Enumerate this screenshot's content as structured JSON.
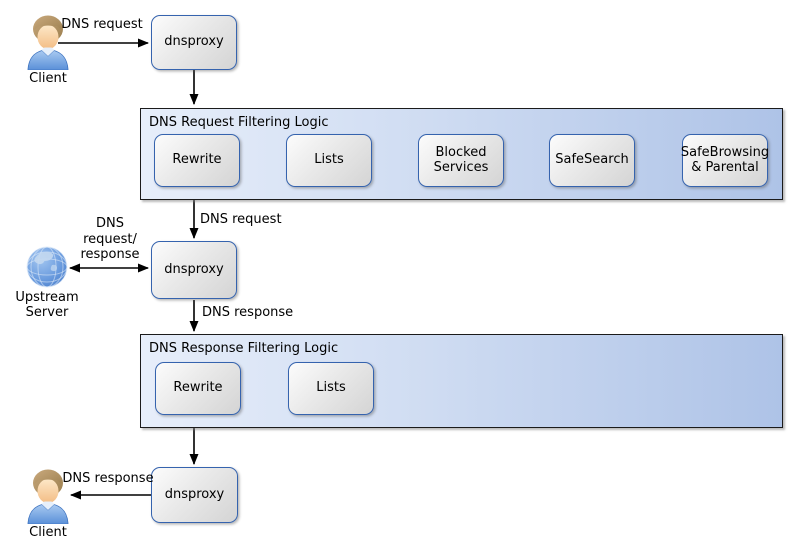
{
  "diagram": {
    "actors": {
      "client_top": {
        "label": "Client"
      },
      "upstream": {
        "label": "Upstream\nServer"
      },
      "client_bottom": {
        "label": "Client"
      }
    },
    "nodes": {
      "dnsproxy_top": "dnsproxy",
      "dnsproxy_middle": "dnsproxy",
      "dnsproxy_bottom": "dnsproxy"
    },
    "groups": {
      "request": {
        "title": "DNS Request Filtering Logic",
        "steps": [
          "Rewrite",
          "Lists",
          "Blocked Services",
          "SafeSearch",
          "SafeBrowsing & Parental"
        ]
      },
      "response": {
        "title": "DNS Response Filtering Logic",
        "steps": [
          "Rewrite",
          "Lists"
        ]
      }
    },
    "edge_labels": {
      "client_to_proxy": "DNS request",
      "filter_to_proxy": "DNS request",
      "upstream_exchange": "DNS\nrequest/\nresponse",
      "proxy_to_filter": "DNS response",
      "proxy_to_client": "DNS response"
    },
    "colors": {
      "node_border": "#3563ae",
      "group_fill_left": "#e7eefa",
      "group_fill_right": "#aec3e7",
      "arrow": "#000000"
    }
  }
}
